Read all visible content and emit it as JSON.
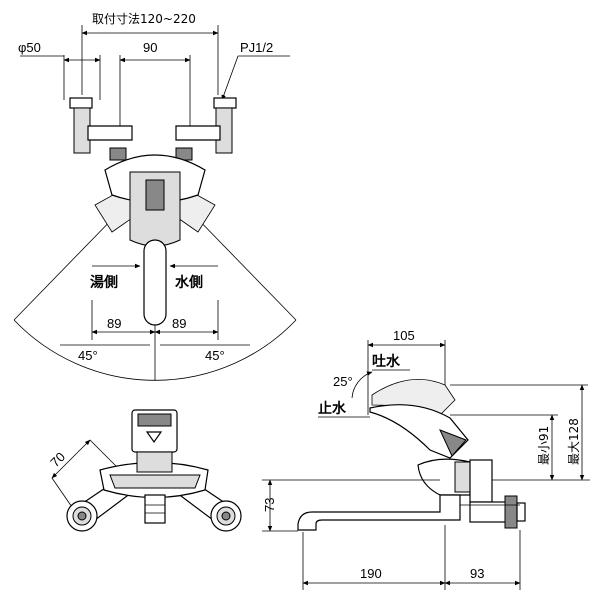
{
  "diagram": {
    "top_view": {
      "install_dim_label": "取付寸法120~220",
      "dim_phi50": "φ50",
      "dim_90": "90",
      "thread_label": "PJ1/2",
      "hot_label": "湯側",
      "cold_label": "水側",
      "dim_89_left": "89",
      "dim_89_right": "89",
      "angle_left": "45°",
      "angle_right": "45°"
    },
    "side_view": {
      "dim_105": "105",
      "spout_open_label": "吐水",
      "angle_25": "25°",
      "stop_label": "止水",
      "min_label": "最小91",
      "max_label": "最大128",
      "dim_73": "73",
      "dim_190": "190",
      "dim_93": "93"
    },
    "front_view": {
      "dim_70": "70"
    }
  }
}
